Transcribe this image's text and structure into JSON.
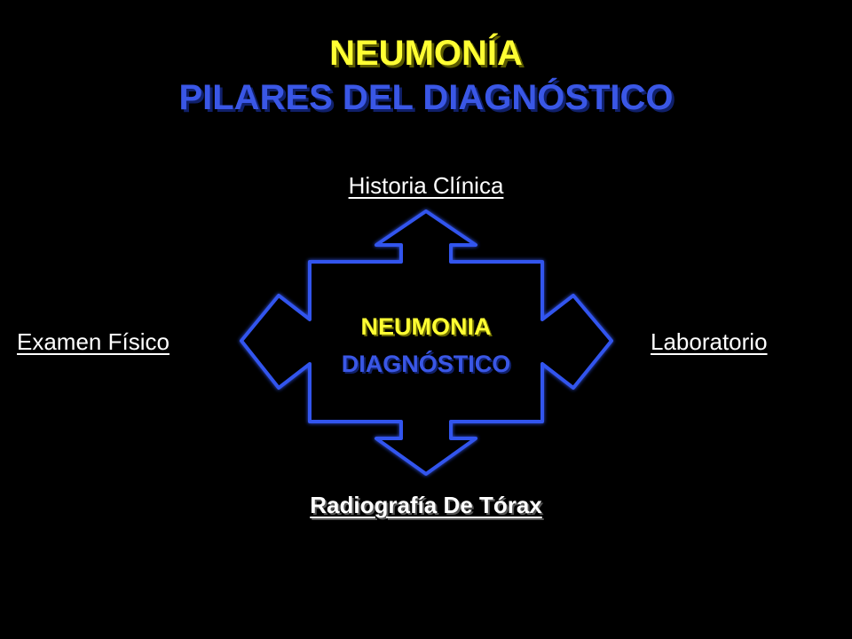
{
  "slide": {
    "title_line1": "NEUMONÍA",
    "title_line2": "PILARES DEL DIAGNÓSTICO"
  },
  "diagram": {
    "top_label": "Historia Clínica",
    "left_label": "Examen Físico",
    "right_label": "Laboratorio",
    "bottom_label": "Radiografía De Tórax",
    "center_line1": "NEUMONIA",
    "center_line2": "DIAGNÓSTICO"
  },
  "colors": {
    "background": "#000000",
    "title_yellow": "#ffff33",
    "title_blue": "#3a57e6",
    "arrow_outline": "#3355ee",
    "label_white": "#ffffff"
  }
}
